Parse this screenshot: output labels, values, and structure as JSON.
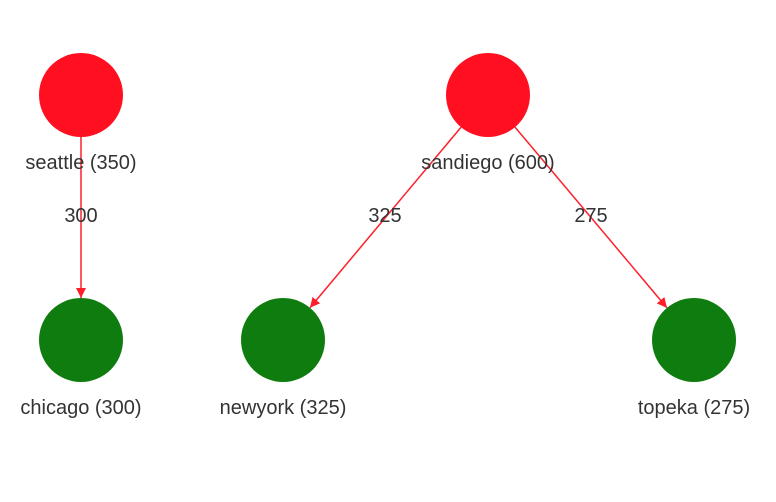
{
  "colors": {
    "source": "#ff0f1f",
    "sink": "#0f7c0f",
    "edge": "#ff1f2a",
    "text": "#333333"
  },
  "nodes": [
    {
      "id": "seattle",
      "label": "seattle (350)",
      "role": "source"
    },
    {
      "id": "sandiego",
      "label": "sandiego (600)",
      "role": "source"
    },
    {
      "id": "chicago",
      "label": "chicago (300)",
      "role": "sink"
    },
    {
      "id": "newyork",
      "label": "newyork (325)",
      "role": "sink"
    },
    {
      "id": "topeka",
      "label": "topeka (275)",
      "role": "sink"
    }
  ],
  "edges": [
    {
      "from": "seattle",
      "to": "chicago",
      "label": "300"
    },
    {
      "from": "sandiego",
      "to": "newyork",
      "label": "325"
    },
    {
      "from": "sandiego",
      "to": "topeka",
      "label": "275"
    }
  ]
}
